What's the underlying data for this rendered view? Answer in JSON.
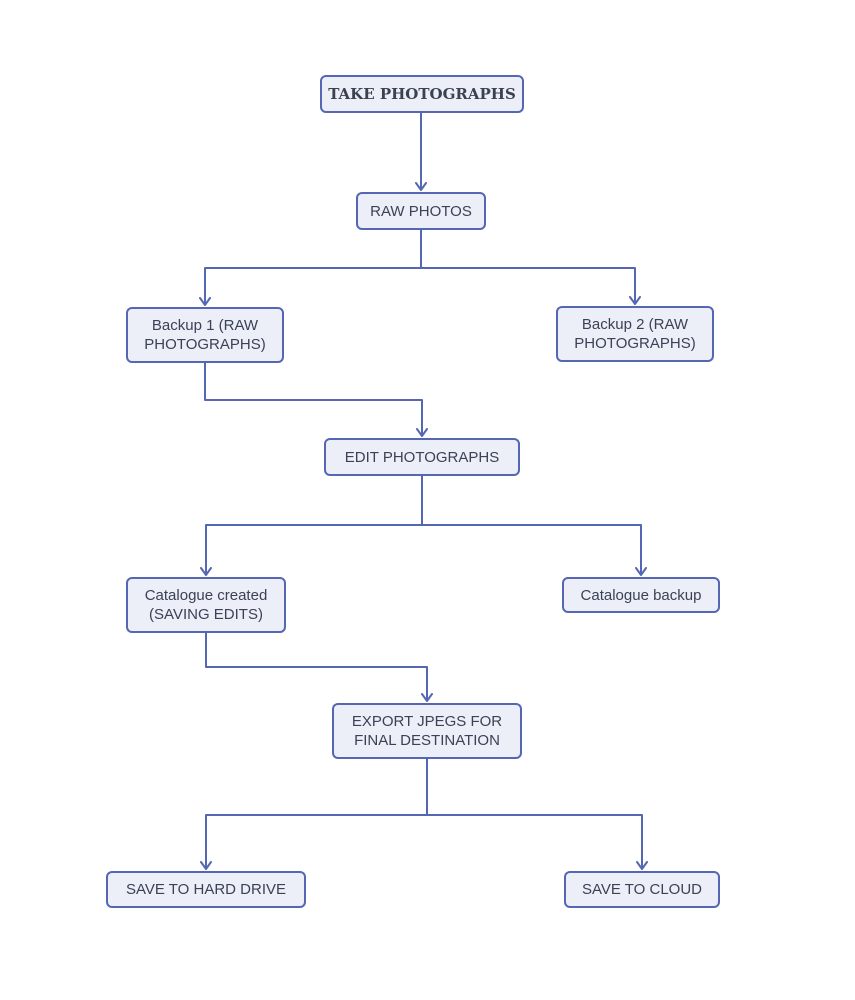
{
  "diagram": {
    "nodes": {
      "take_photographs": "TAKE PHOTOGRAPHS",
      "raw_photos": "RAW PHOTOS",
      "backup_1": "Backup 1 (RAW\nPHOTOGRAPHS)",
      "backup_2": "Backup 2 (RAW\nPHOTOGRAPHS)",
      "edit_photographs": "EDIT PHOTOGRAPHS",
      "catalogue_created": "Catalogue created\n(SAVING EDITS)",
      "catalogue_backup": "Catalogue backup",
      "export_jpegs": "EXPORT JPEGS FOR\nFINAL DESTINATION",
      "save_hard_drive": "SAVE TO HARD DRIVE",
      "save_cloud": "SAVE TO CLOUD"
    },
    "edges": [
      [
        "take_photographs",
        "raw_photos"
      ],
      [
        "raw_photos",
        "backup_1"
      ],
      [
        "raw_photos",
        "backup_2"
      ],
      [
        "backup_1",
        "edit_photographs"
      ],
      [
        "edit_photographs",
        "catalogue_created"
      ],
      [
        "edit_photographs",
        "catalogue_backup"
      ],
      [
        "catalogue_created",
        "export_jpegs"
      ],
      [
        "export_jpegs",
        "save_hard_drive"
      ],
      [
        "export_jpegs",
        "save_cloud"
      ]
    ],
    "colors": {
      "node_fill": "#eceef8",
      "node_border": "#5566b4",
      "connector": "#5566b4",
      "text": "#3b4256"
    }
  }
}
